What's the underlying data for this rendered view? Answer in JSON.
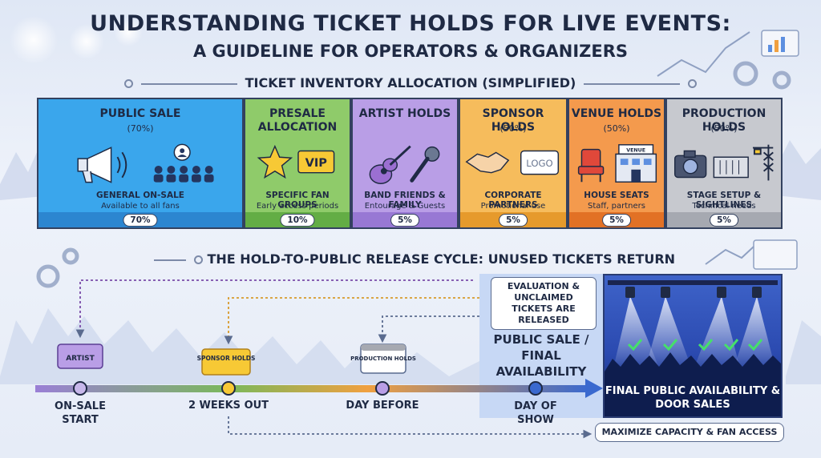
{
  "header": {
    "title": "UNDERSTANDING TICKET HOLDS FOR LIVE EVENTS:",
    "subtitle": "A GUIDELINE FOR OPERATORS & ORGANIZERS"
  },
  "allocation": {
    "heading": "TICKET INVENTORY ALLOCATION (SIMPLIFIED)",
    "cards": [
      {
        "title": "PUBLIC SALE",
        "pct": "(70%)",
        "line1": "GENERAL ON-SALE",
        "line2": "Available to all fans",
        "badge": "70%",
        "bg": "#3aa6ec",
        "bar": "#2c86d0",
        "icon": "megaphone-icon"
      },
      {
        "title": "PRESALE ALLOCATION",
        "pct": "",
        "line1": "SPECIFIC FAN GROUPS",
        "line2": "Early access periods",
        "badge": "10%",
        "bg": "#8fcb6a",
        "bar": "#63ad45",
        "icon": "star-vip-icon",
        "vip": "VIP"
      },
      {
        "title": "ARTIST HOLDS",
        "pct": "",
        "line1": "BAND FRIENDS & FAMILY",
        "line2": "Entourage & Guests",
        "badge": "5%",
        "bg": "#b99ee6",
        "bar": "#9878d4",
        "icon": "guitar-mic-icon"
      },
      {
        "title": "SPONSOR HOLDS",
        "pct": "(50%)",
        "line1": "CORPORATE PARTNERS",
        "line2": "Promotional use",
        "badge": "5%",
        "bg": "#f6bc5c",
        "bar": "#e69a2c",
        "icon": "handshake-icon",
        "logo": "LOGO"
      },
      {
        "title": "VENUE HOLDS",
        "pct": "(50%)",
        "line1": "HOUSE SEATS",
        "line2": "Staff, partners",
        "badge": "5%",
        "bg": "#f49a4d",
        "bar": "#e27125",
        "icon": "venue-icon",
        "venue": "VENUE"
      },
      {
        "title": "PRODUCTION HOLDS",
        "pct": "(50%)",
        "line1": "STAGE SETUP & SIGHTLINES",
        "line2": "Technical needs",
        "badge": "5%",
        "bg": "#c7c9cf",
        "bar": "#a6a9b1",
        "icon": "production-icon"
      }
    ]
  },
  "cycle": {
    "heading": "THE HOLD-TO-PUBLIC RELEASE CYCLE: UNUSED TICKETS RETURN",
    "tickets": {
      "artist": "ARTIST",
      "sponsor": "SPONSOR HOLDS",
      "production": "PRODUCTION HOLDS"
    },
    "timeline": [
      "ON-SALE START",
      "2 WEEKS OUT",
      "DAY BEFORE",
      "DAY OF SHOW"
    ],
    "eval_note": "EVALUATION & UNCLAIMED TICKETS ARE RELEASED",
    "public_sale": "PUBLIC SALE / FINAL AVAILABILITY",
    "final": "FINAL PUBLIC AVAILABILITY & DOOR SALES",
    "pill": "MAXIMIZE CAPACITY & FAN ACCESS"
  }
}
